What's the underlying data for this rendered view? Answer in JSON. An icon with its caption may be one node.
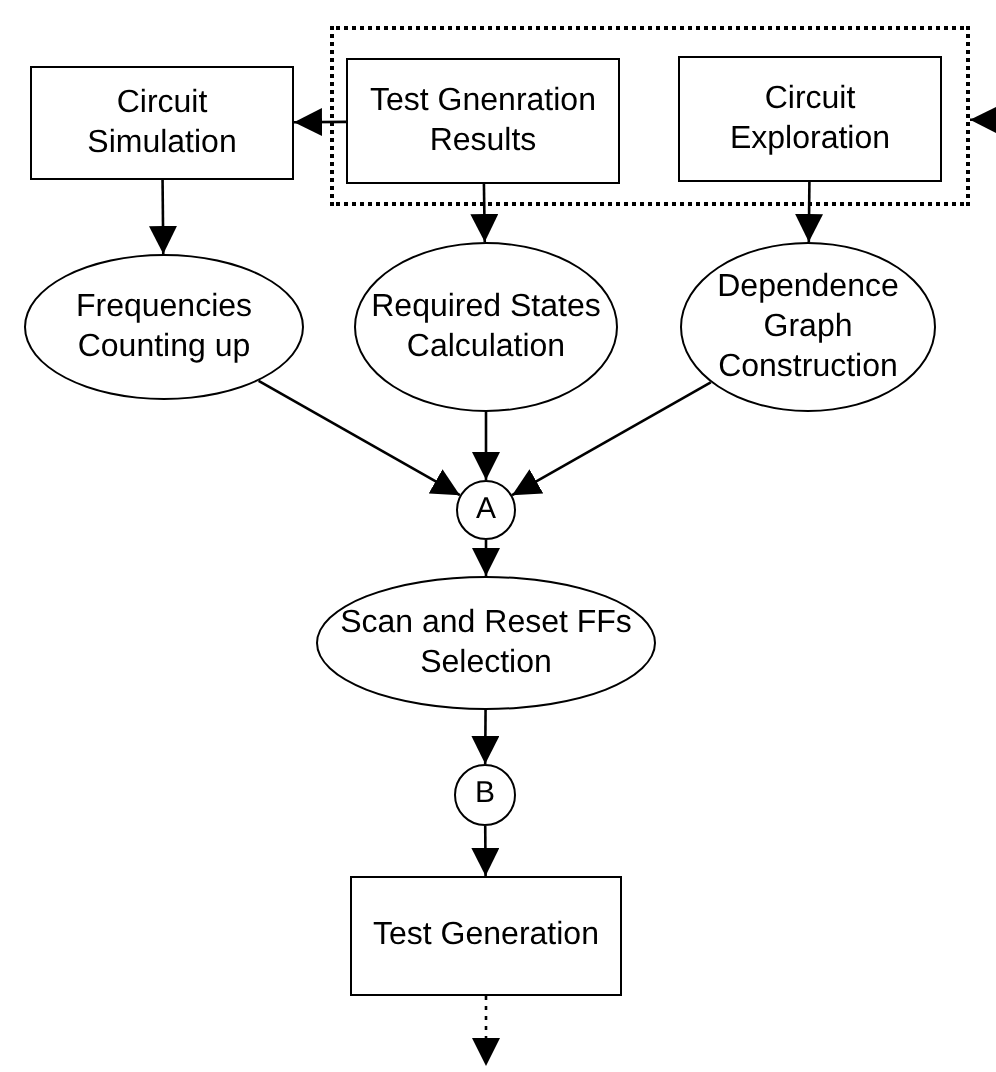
{
  "diagram": {
    "nodes": [
      {
        "text": [
          "Circuit Simulation"
        ]
      },
      {
        "text": [],
        "shape": "box"
      },
      {
        "text": [
          "Test Gnenration Results"
        ],
        "in": 1
      },
      {
        "text": [
          "Circuit Exploration"
        ],
        "in": 1
      },
      {
        "text": [
          "Frequencies Counting up"
        ]
      },
      {
        "text": [
          "Required States Calculation"
        ]
      },
      {
        "text": [
          "Dependence Graph Construction"
        ]
      },
      {
        "text": [
          "A"
        ]
      },
      {
        "text": [
          "Scan and Reset FFs Selection"
        ]
      },
      {
        "text": [
          "B"
        ]
      },
      {
        "text": [
          "Test Generation"
        ]
      }
    ],
    "edges": [
      {
        "from": 2,
        "to": 0,
        "arrow": "to"
      },
      {
        "from": null,
        "to": 1,
        "arrow": "to"
      },
      {
        "from": 0,
        "to": 4,
        "arrow": "to"
      },
      {
        "from": 2,
        "to": 5,
        "arrow": "to"
      },
      {
        "from": 3,
        "to": 6,
        "arrow": "to"
      },
      {
        "from": 4,
        "to": 7,
        "arrow": "to"
      },
      {
        "from": 5,
        "to": 7,
        "arrow": "to"
      },
      {
        "from": 6,
        "to": 7,
        "arrow": "to"
      },
      {
        "from": 7,
        "to": 8,
        "arrow": "to"
      },
      {
        "from": 8,
        "to": 9,
        "arrow": "to"
      },
      {
        "from": 9,
        "to": 10,
        "arrow": "to"
      },
      {
        "from": 10,
        "to": null,
        "arrow": "to",
        "style": "dashed"
      }
    ]
  }
}
